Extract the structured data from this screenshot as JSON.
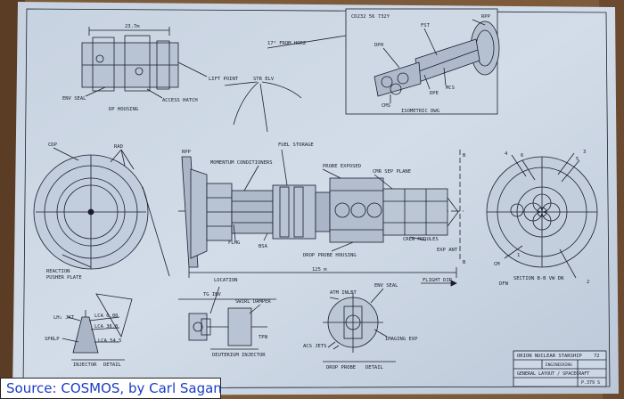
{
  "colors": {
    "paper": "#cdd8e6",
    "ink": "#1a1d2a",
    "border": "#6a4a2e",
    "caption_text": "#1a3cc7"
  },
  "labels": {
    "dim_top": "23.7m",
    "lift_point": "LIFT POINT",
    "env_seal_top": "ENV SEAL",
    "access_hatch": "ACCESS HATCH",
    "dp_housing": "DP HOUSING",
    "str_elv": "STR ELV",
    "iso_id": "CD232   56   732Y",
    "horz": "17° FROM HORZ",
    "iso_rpp": "RPP",
    "iso_fst": "FST",
    "iso_dph": "DPH",
    "iso_dpe": "DPE",
    "iso_mcs": "MCS",
    "iso_cms": "CMS",
    "iso_title": "ISOMETRIC DWG",
    "cdp": "CDP",
    "rad": "RAD",
    "rpp": "RPP",
    "fuel_storage": "FUEL STORAGE",
    "momentum": "MOMENTUM CONDITIONERS",
    "probe_exposed": "PROBE EXPOSED",
    "cmr_sep": "CMR SEP PLANE",
    "crew_modules": "CREW MODULES",
    "drop_probe_housing": "DROP PROBE HOUSING",
    "exp_ant": "EXP ANT",
    "flmg": "FLMG",
    "bsa": "BSA",
    "location": "LOCATION",
    "dim_125": "125 m",
    "flight_dir": "FLIGHT DIR",
    "reaction": "REACTION",
    "pusher_plate": "PUSHER PLATE",
    "section_bb": "SECTION  B-B  VW DN",
    "b_top": "B",
    "b_bot": "B",
    "n1": "1",
    "n2": "2",
    "n3": "3",
    "n4": "4",
    "n5": "5",
    "n6": "6",
    "cm": "CM",
    "dfn": "DFN",
    "tg_inv": "TG INV",
    "swirl_damper": "SWIRL DAMPER",
    "tpn": "TPN",
    "deuterium": "DEUTERIUM INJECTOR",
    "atm_inlet": "ATM INLET",
    "env_seal": "ENV SEAL",
    "imaging_exp": "IMAGING EXP",
    "acs_jets": "ACS JETS",
    "drop_probe_detail": "DROP PROBE",
    "detail1": "DETAIL",
    "lh2": "LH₂ JKT",
    "sprlp": "SPRLP",
    "lca0": "LCA 0.00",
    "lca36": "LCA 36.0",
    "lca54": "LCA 54.5",
    "injector": "INJECTOR",
    "detail2": "DETAIL"
  },
  "title_block": {
    "project": "ORION NUCLEAR STARSHIP",
    "sheet_no": "72",
    "dept": "ENGINEERING",
    "drawing": "GENERAL LAYOUT / SPACECRAFT",
    "number": "P.379 S"
  },
  "caption": "Source: COSMOS, by Carl Sagan"
}
